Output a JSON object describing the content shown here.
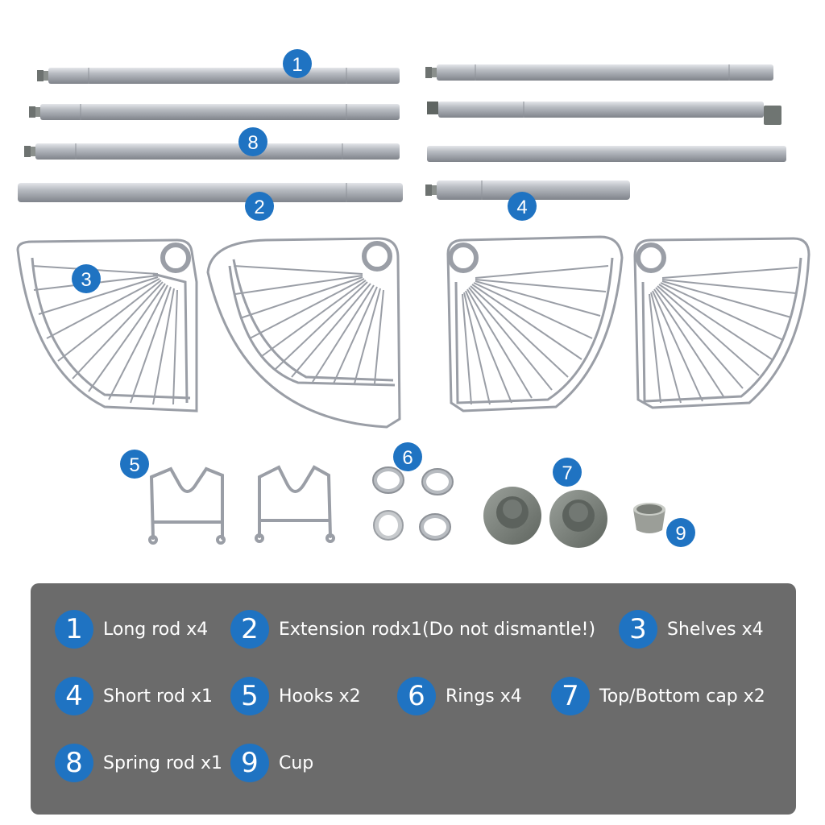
{
  "accent_color": "#1f73c2",
  "panel_color": "#6b6b6b",
  "callouts": [
    "1",
    "2",
    "3",
    "4",
    "5",
    "6",
    "7",
    "8",
    "9"
  ],
  "legend": [
    {
      "number": "1",
      "label": "Long rod x4"
    },
    {
      "number": "2",
      "label": "Extension rodx1(Do not dismantle!)"
    },
    {
      "number": "3",
      "label": "Shelves x4"
    },
    {
      "number": "4",
      "label": "Short rod x1"
    },
    {
      "number": "5",
      "label": "Hooks x2"
    },
    {
      "number": "6",
      "label": "Rings x4"
    },
    {
      "number": "7",
      "label": "Top/Bottom cap x2"
    },
    {
      "number": "8",
      "label": "Spring rod x1"
    },
    {
      "number": "9",
      "label": "Cup"
    }
  ]
}
